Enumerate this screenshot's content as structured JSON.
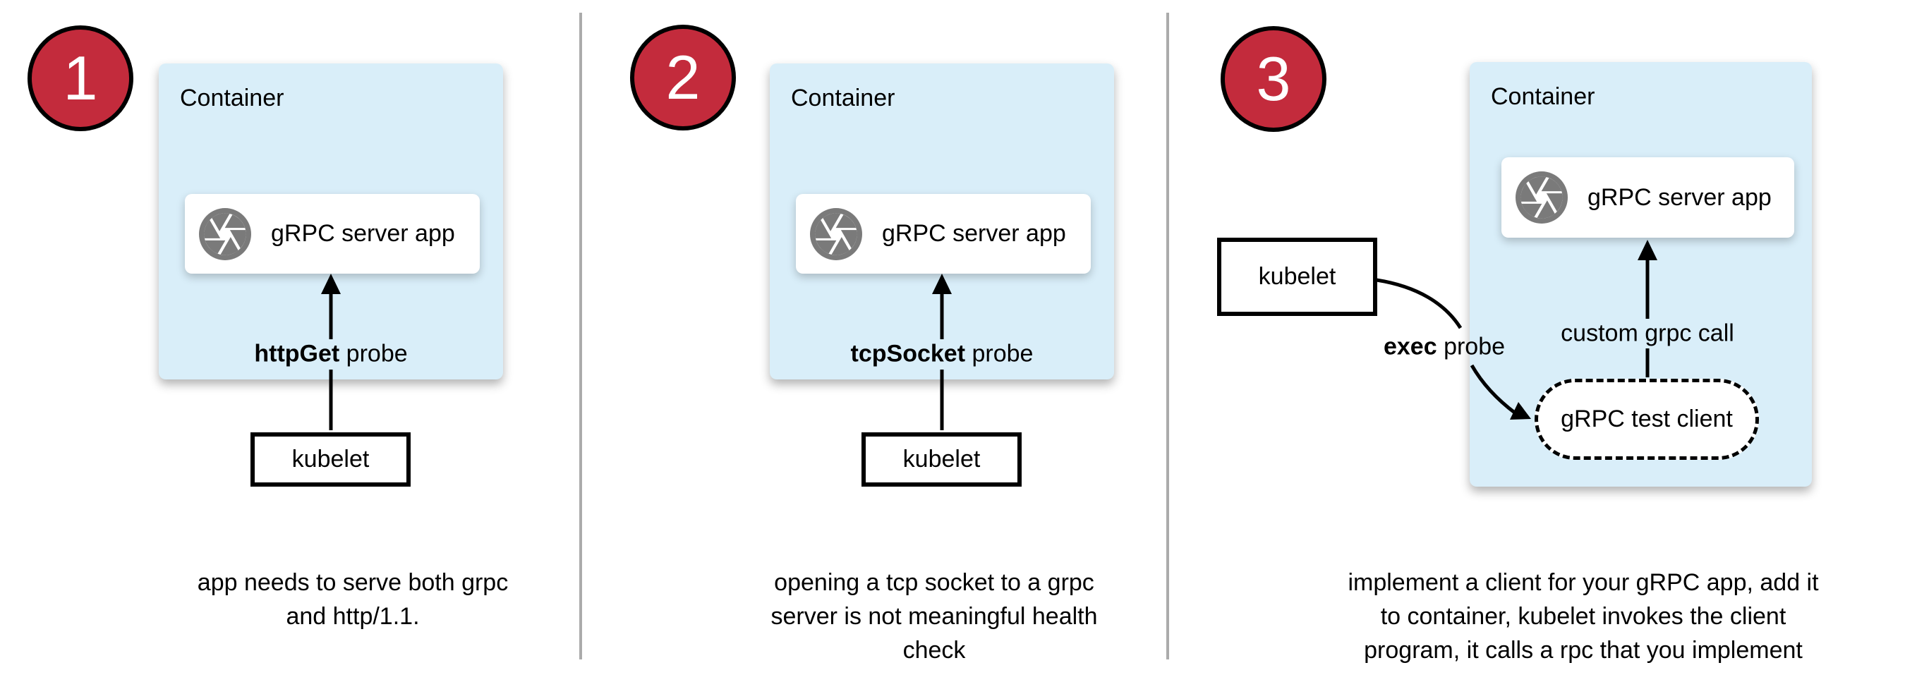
{
  "colors": {
    "badge_fill": "#C32B3C",
    "container_fill": "#D9EEF9",
    "icon_gray": "#7A7A7A",
    "divider_gray": "#ABABAB",
    "arrow_black": "#000000"
  },
  "icons": {
    "app_icon": "camera-shutter-icon"
  },
  "panels": [
    {
      "badge": "1",
      "container_label": "Container",
      "app_label": "gRPC server app",
      "probe_bold": "httpGet",
      "probe_rest": " probe",
      "kubelet_label": "kubelet",
      "caption_lines": [
        "app needs to serve both grpc",
        "and http/1.1."
      ]
    },
    {
      "badge": "2",
      "container_label": "Container",
      "app_label": "gRPC server app",
      "probe_bold": "tcpSocket",
      "probe_rest": " probe",
      "kubelet_label": "kubelet",
      "caption_lines": [
        "opening a tcp socket to a grpc",
        "server is not meaningful health",
        "check"
      ]
    },
    {
      "badge": "3",
      "container_label": "Container",
      "app_label": "gRPC server app",
      "probe_bold": "exec",
      "probe_rest": " probe",
      "kubelet_label": "kubelet",
      "grpc_call_label": "custom grpc call",
      "test_client_label": "gRPC test client",
      "caption_lines": [
        "implement a client for your gRPC app, add it",
        "to container, kubelet invokes the client",
        "program, it calls a rpc that you implement"
      ]
    }
  ]
}
